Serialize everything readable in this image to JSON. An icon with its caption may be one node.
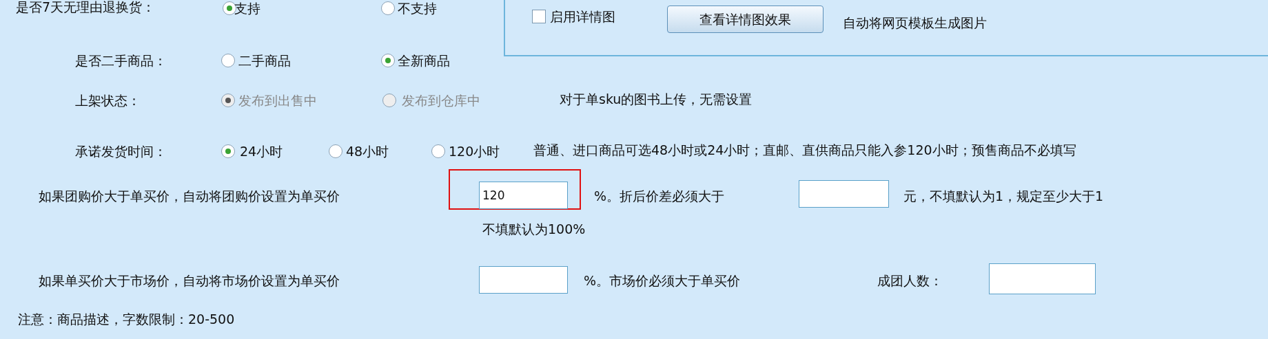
{
  "diagram": {
    "labels": [
      "是否7天无理由退换货：",
      "支持",
      "不支持",
      "启用详情图",
      "查看详情图效果",
      "自动将网页模板生成图片",
      "是否二手商品：",
      "二手商品",
      "全新商品",
      "上架状态：",
      "发布到出售中",
      "发布到仓库中",
      "对于单sku的图书上传，无需设置",
      "承诺发货时间：",
      "24小时",
      "48小时",
      "120小时",
      "普通、进口商品可选48小时或24小时；直邮、直供商品只能入参120小时；预售商品不必填写",
      "如果团购价大于单买价，自动将团购价设置为单买价",
      "120",
      "%。折后价差必须大于",
      "元，不填默认为1，规定至少大于1",
      "不填默认为100%",
      "如果单买价大于市场价，自动将市场价设置为单买价",
      "%。市场价必须大于单买价",
      "成团人数：",
      "注意：商品描述，字数限制：20-500"
    ]
  }
}
